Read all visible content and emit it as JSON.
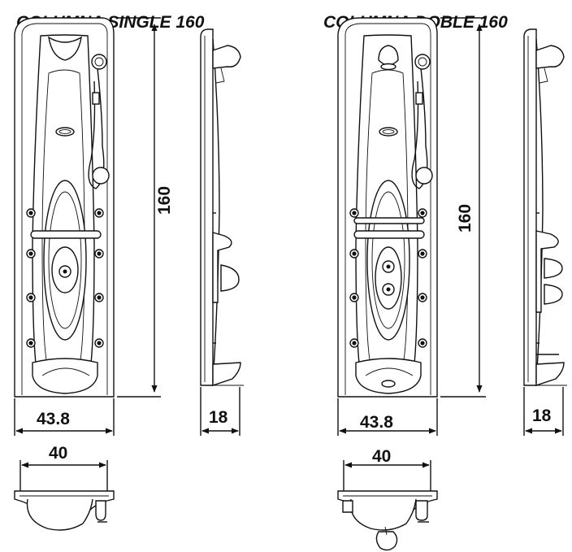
{
  "titles": {
    "single": "COLUMNA SINGLE 160",
    "doble": "COLUMNA DOBLE 160"
  },
  "dimensions": {
    "single": {
      "height": "160",
      "width": "43.8",
      "depth": "18",
      "base": "40"
    },
    "doble": {
      "height": "160",
      "width": "43.8",
      "depth": "18",
      "base": "40"
    }
  },
  "colors": {
    "ink": "#111111",
    "paper": "#ffffff"
  }
}
